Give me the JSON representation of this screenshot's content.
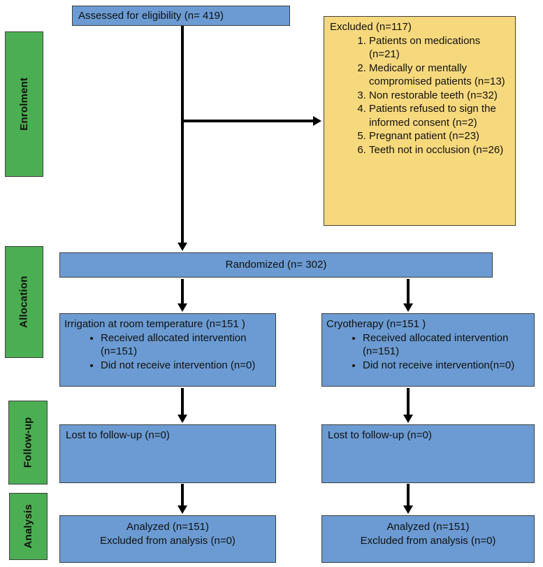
{
  "colors": {
    "box_blue": "#6b9bd2",
    "box_yellow": "#f7d97d",
    "box_green": "#4cae52",
    "border_dark": "#3f3f3f",
    "arrow_black": "#000000"
  },
  "stages": [
    {
      "label": "Enrolment"
    },
    {
      "label": "Allocation"
    },
    {
      "label": "Follow-up"
    },
    {
      "label": "Analysis"
    }
  ],
  "boxes": {
    "assessed": {
      "text": "Assessed for eligibility (n= 419)"
    },
    "excluded": {
      "title": "Excluded (n=117)",
      "items": [
        "Patients on medications (n=21)",
        "Medically or mentally compromised patients (n=13)",
        "Non restorable teeth (n=32)",
        "Patients refused to sign the informed consent (n=2)",
        "Pregnant patient (n=23)",
        "Teeth not in occlusion (n=26)"
      ]
    },
    "randomized": {
      "text": "Randomized (n= 302)"
    },
    "alloc_left": {
      "title": "Irrigation at room temperature (n=151 )",
      "bullets": [
        "Received allocated intervention (n=151)",
        "Did not receive intervention (n=0)"
      ]
    },
    "alloc_right": {
      "title": "Cryotherapy (n=151 )",
      "bullets": [
        "Received allocated intervention (n=151)",
        "Did not receive intervention(n=0)"
      ]
    },
    "followup_left": {
      "text": "Lost to follow-up (n=0)"
    },
    "followup_right": {
      "text": "Lost to follow-up (n=0)"
    },
    "analysis_left": {
      "line1": "Analyzed (n=151)",
      "line2": "Excluded from analysis (n=0)"
    },
    "analysis_right": {
      "line1": "Analyzed (n=151)",
      "line2": "Excluded from analysis (n=0)"
    }
  }
}
